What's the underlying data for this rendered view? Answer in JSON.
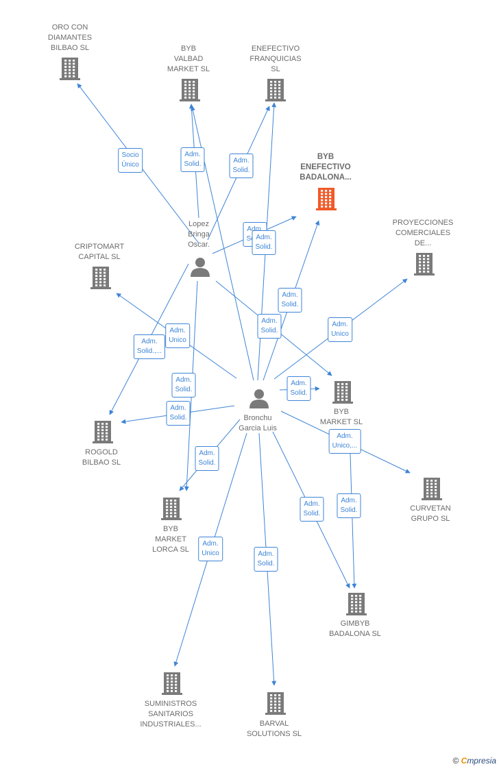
{
  "colors": {
    "edge": "#3d84d6",
    "company": "#7a7a7a",
    "highlight": "#f05a28",
    "person": "#7a7a7a"
  },
  "nodes": [
    {
      "id": "oro",
      "type": "company",
      "label": "ORO CON\nDIAMANTES\nBILBAO  SL"
    },
    {
      "id": "valbad",
      "type": "company",
      "label": "BYB\nVALBAD\nMARKET  SL"
    },
    {
      "id": "enefectivo",
      "type": "company",
      "label": "ENEFECTIVO\nFRANQUICIAS\nSL"
    },
    {
      "id": "badalona",
      "type": "company",
      "label": "BYB\nENEFECTIVO\nBADALONA...",
      "highlight": true
    },
    {
      "id": "proyecciones",
      "type": "company",
      "label": "PROYECCIONES\nCOMERCIALES\nDE..."
    },
    {
      "id": "criptomart",
      "type": "company",
      "label": "CRIPTOMART\nCAPITAL  SL"
    },
    {
      "id": "lopez",
      "type": "person",
      "label": "Lopez\nBringa\nOscar."
    },
    {
      "id": "bronchu",
      "type": "person",
      "label": "Bronchu\nGarcia Luis"
    },
    {
      "id": "bybmarket",
      "type": "company",
      "label": "BYB\nMARKET SL"
    },
    {
      "id": "rogold",
      "type": "company",
      "label": "ROGOLD\nBILBAO  SL"
    },
    {
      "id": "curvetan",
      "type": "company",
      "label": "CURVETAN\nGRUPO  SL"
    },
    {
      "id": "lorca",
      "type": "company",
      "label": "BYB\nMARKET\nLORCA  SL"
    },
    {
      "id": "gimbyb",
      "type": "company",
      "label": "GIMBYB\nBADALONA  SL"
    },
    {
      "id": "suministros",
      "type": "company",
      "label": "SUMINISTROS\nSANITARIOS\nINDUSTRIALES..."
    },
    {
      "id": "barval",
      "type": "company",
      "label": "BARVAL\nSOLUTIONS SL"
    }
  ],
  "edges": [
    {
      "from": "lopez",
      "to": "oro",
      "label": "Socio\nÚnico"
    },
    {
      "from": "lopez",
      "to": "valbad",
      "label": "Adm.\nSolid."
    },
    {
      "from": "lopez",
      "to": "enefectivo",
      "label": "Adm.\nSolid."
    },
    {
      "from": "lopez",
      "to": "badalona",
      "label": "Adm.\nSolid."
    },
    {
      "from": "lopez",
      "to": "rogold",
      "label": "Adm.\nSolid.,..."
    },
    {
      "from": "lopez",
      "to": "lorca",
      "label": "Adm.\nSolid."
    },
    {
      "from": "lopez",
      "to": "bybmarket",
      "label": "Adm.\nSolid."
    },
    {
      "from": "bronchu",
      "to": "valbad",
      "label": ""
    },
    {
      "from": "bronchu",
      "to": "enefectivo",
      "label": "Adm.\nSolid."
    },
    {
      "from": "bronchu",
      "to": "badalona",
      "label": "Adm.\nSolid."
    },
    {
      "from": "bronchu",
      "to": "proyecciones",
      "label": "Adm.\nUnico"
    },
    {
      "from": "bronchu",
      "to": "criptomart",
      "label": "Adm.\nUnico"
    },
    {
      "from": "bronchu",
      "to": "bybmarket",
      "label": "Adm.\nSolid."
    },
    {
      "from": "bronchu",
      "to": "rogold",
      "label": "Adm.\nSolid."
    },
    {
      "from": "bronchu",
      "to": "lorca",
      "label": "Adm.\nSolid."
    },
    {
      "from": "bronchu",
      "to": "curvetan",
      "label": "Adm.\nUnico,..."
    },
    {
      "from": "bronchu",
      "to": "gimbyb",
      "label": "Adm.\nSolid."
    },
    {
      "from": "bybmarket",
      "to": "gimbyb",
      "label": "Adm.\nSolid."
    },
    {
      "from": "bronchu",
      "to": "suministros",
      "label": "Adm.\nUnico"
    },
    {
      "from": "bronchu",
      "to": "barval",
      "label": "Adm.\nSolid."
    }
  ],
  "footer": {
    "copyright": "©",
    "brand_initial": "C",
    "brand_rest": "mpresia"
  }
}
